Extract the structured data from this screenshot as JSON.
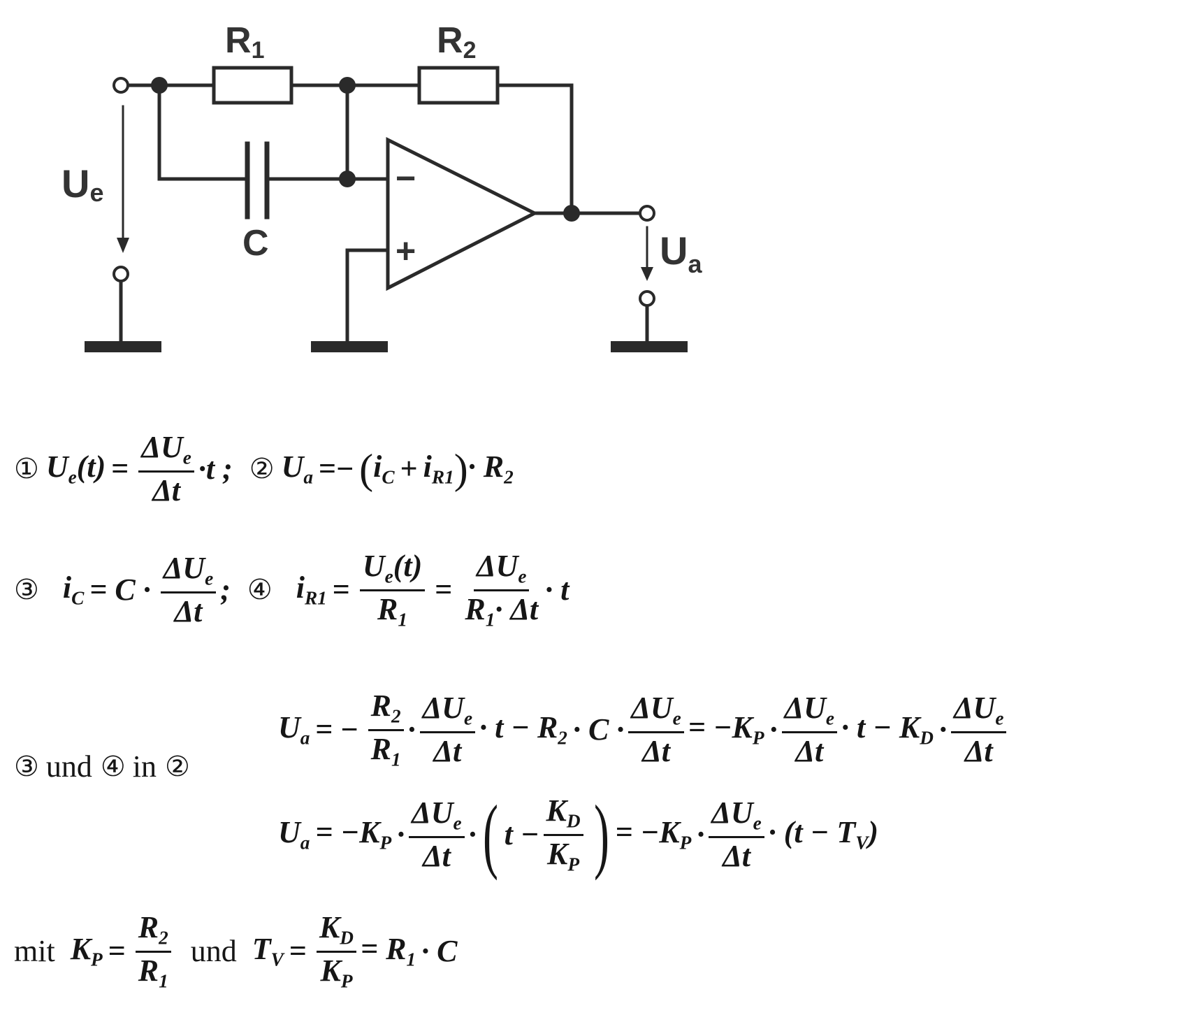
{
  "circuit": {
    "labels": {
      "r1": "R",
      "r1_sub": "1",
      "r2": "R",
      "r2_sub": "2",
      "c": "C",
      "ue": "U",
      "ue_sub": "e",
      "ua": "U",
      "ua_sub": "a",
      "minus": "−",
      "plus": "+"
    }
  },
  "markers": {
    "m1": "①",
    "m2": "②",
    "m3": "③",
    "m4": "④"
  },
  "eq1": {
    "lhs": "U",
    "lhs_sub": "e",
    "lhs_arg": "(t)",
    "eq": "=",
    "num": "ΔU",
    "num_sub": "e",
    "den": "Δt",
    "tail": "·t ;"
  },
  "eq2": {
    "lhs": "U",
    "lhs_sub": "a",
    "eq": "=−",
    "lparen": "(",
    "i1": "i",
    "i1_sub": "C",
    "plus": "+",
    "i2": "i",
    "i2_sub": "R1",
    "rparen": ")",
    "tail": "· R",
    "tail_sub": "2"
  },
  "eq3": {
    "lhs": "i",
    "lhs_sub": "C",
    "eq": "= C ·",
    "num": "ΔU",
    "num_sub": "e",
    "den": "Δt",
    "tail": ";"
  },
  "eq4": {
    "lhs": "i",
    "lhs_sub": "R1",
    "eq1": "=",
    "f1_num": "U",
    "f1_num_sub": "e",
    "f1_num_arg": "(t)",
    "f1_den": "R",
    "f1_den_sub": "1",
    "eq2": "=",
    "f2_num": "ΔU",
    "f2_num_sub": "e",
    "f2_den": "R",
    "f2_den_sub": "1",
    "f2_den_tail": "· Δt",
    "tail": "· t"
  },
  "insert": {
    "text1": "und",
    "text2": "in"
  },
  "eq5": {
    "lhs": "U",
    "lhs_sub": "a",
    "eq": "= −",
    "f1_num": "R",
    "f1_num_sub": "2",
    "f1_den": "R",
    "f1_den_sub": "1",
    "dot1": "·",
    "f2_num": "ΔU",
    "f2_num_sub": "e",
    "f2_den": "Δt",
    "mid1": "· t − R",
    "mid1_sub": "2",
    "mid2": "· C ·",
    "f3_num": "ΔU",
    "f3_num_sub": "e",
    "f3_den": "Δt",
    "mid3": "= −K",
    "mid3_sub": "P",
    "dot2": "·",
    "f4_num": "ΔU",
    "f4_num_sub": "e",
    "f4_den": "Δt",
    "mid4": "· t − K",
    "mid4_sub": "D",
    "dot3": "·",
    "f5_num": "ΔU",
    "f5_num_sub": "e",
    "f5_den": "Δt"
  },
  "eq6": {
    "lhs": "U",
    "lhs_sub": "a",
    "eq": "= −K",
    "eq_sub": "P",
    "dot1": "·",
    "f1_num": "ΔU",
    "f1_num_sub": "e",
    "f1_den": "Δt",
    "dot2": "·",
    "lparen": "(",
    "t": "t −",
    "f2_num": "K",
    "f2_num_sub": "D",
    "f2_den": "K",
    "f2_den_sub": "P",
    "rparen": ")",
    "mid": "= −K",
    "mid_sub": "P",
    "dot3": "·",
    "f3_num": "ΔU",
    "f3_num_sub": "e",
    "f3_den": "Δt",
    "tail": "· (t − T",
    "tail_sub": "V",
    "tail_end": ")"
  },
  "eq7": {
    "mit": "mit",
    "kp": "K",
    "kp_sub": "P",
    "eq1": "=",
    "f1_num": "R",
    "f1_num_sub": "2",
    "f1_den": "R",
    "f1_den_sub": "1",
    "und": "und",
    "tv": "T",
    "tv_sub": "V",
    "eq2": "=",
    "f2_num": "K",
    "f2_num_sub": "D",
    "f2_den": "K",
    "f2_den_sub": "P",
    "eq3": "= R",
    "eq3_sub": "1",
    "tail": "· C"
  }
}
